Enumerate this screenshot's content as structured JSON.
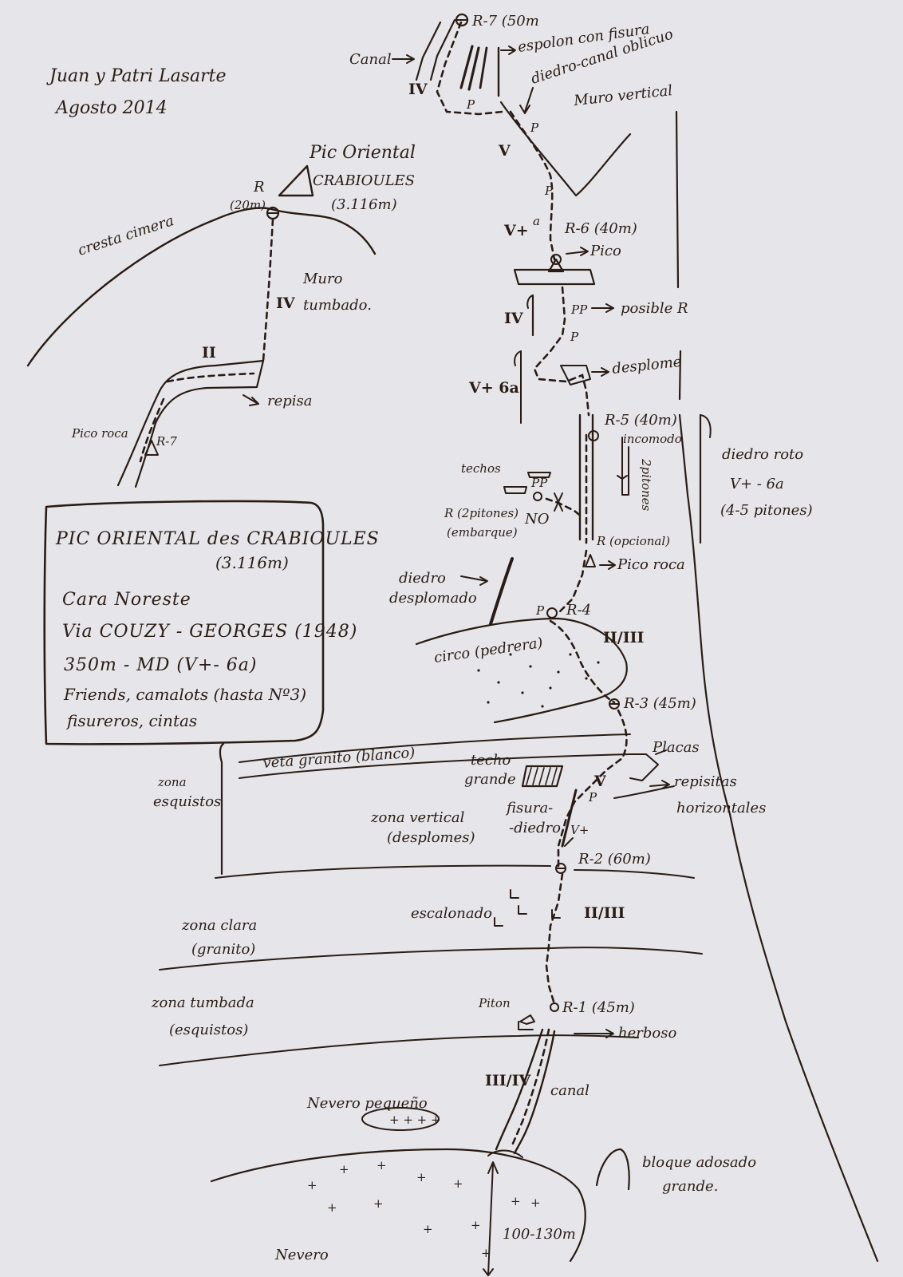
{
  "authors": "Juan y Patri Lasarte",
  "date": "Agosto 2014",
  "summit": {
    "name_line1": "Pic Oriental",
    "name_line2": "CRABIOULES",
    "altitude": "(3.116m)",
    "belay": "R",
    "belay_len": "(20m)",
    "ridge": "cresta cimera"
  },
  "inset": {
    "muro_1": "Muro",
    "muro_2": "tumbado.",
    "grade_iv": "IV",
    "grade_ii": "II",
    "repisa": "repisa",
    "pico_roca": "Pico roca",
    "r7": "R-7"
  },
  "info_box": {
    "line1": "PIC ORIENTAL des CRABIOULES",
    "line2": "(3.116m)",
    "line3": "Cara Noreste",
    "line4": "Via COUZY - GEORGES (1948)",
    "line5": "350m - MD (V+- 6a)",
    "line6": "Friends, camalots (hasta Nº3)",
    "line7": "fisureros, cintas"
  },
  "top": {
    "r7": "R-7 (50m",
    "espolon_1": "espolon con fisura",
    "espolon_2": "diedro-canal oblicuo",
    "canal": "Canal",
    "grade_iv": "IV",
    "p1": "P",
    "p2": "P",
    "p3": "P",
    "muro_vertical": "Muro vertical",
    "grade_v": "V",
    "grade_vplus": "V+",
    "a": "a",
    "r6": "R-6 (40m)",
    "pico": "Pico"
  },
  "middle": {
    "grade_iv": "IV",
    "pp": "PP",
    "posible_r": "posible R",
    "p": "P",
    "grade_v6a": "V+ 6a",
    "desplome": "desplome",
    "r5": "R-5 (40m)",
    "incomodo_1": "incomodo",
    "incomodo_2": "2pitones",
    "diedro_roto": "diedro roto",
    "diedro_grade": "V+ - 6a",
    "pitones": "(4-5 pitones)",
    "techos": "techos",
    "pp2": "PP",
    "r_embarque_1": "R (2pitones)",
    "r_embarque_2": "(embarque)",
    "no": "NO",
    "r_opcional": "R (opcional)",
    "pico_roca": "Pico roca",
    "diedro_desplomado_1": "diedro",
    "diedro_desplomado_2": "desplomado",
    "r4": "R-4",
    "p4": "P",
    "grade_iii": "II/III",
    "circo": "circo (pedrera)",
    "r3": "R-3 (45m)"
  },
  "lower": {
    "veta": "veta granito (blanco)",
    "placas": "Placas",
    "techo_1": "techo",
    "techo_2": "grande",
    "grade_v": "V",
    "p": "P",
    "repisitas_1": "repisitas",
    "repisitas_2": "horizontales",
    "zona_esquistos_1": "zona",
    "zona_esquistos_2": "esquistos",
    "zona_vertical_1": "zona vertical",
    "zona_vertical_2": "(desplomes)",
    "fisura_1": "fisura-",
    "fisura_2": "-diedro",
    "grade_vplus": "V+",
    "r2": "R-2 (60m)",
    "escalonado": "escalonado",
    "grade_iiiii": "II/III",
    "zona_clara_1": "zona clara",
    "zona_clara_2": "(granito)",
    "zona_tumbada_1": "zona tumbada",
    "zona_tumbada_2": "(esquistos)",
    "piton": "Piton",
    "r1": "R-1 (45m)",
    "herboso": "herboso",
    "grade_iiiiv": "III/IV",
    "canal": "canal",
    "nevero_peq": "Nevero pequeño",
    "bloque_1": "bloque adosado",
    "bloque_2": "grande.",
    "nevero": "Nevero",
    "distance": "100-130m"
  }
}
